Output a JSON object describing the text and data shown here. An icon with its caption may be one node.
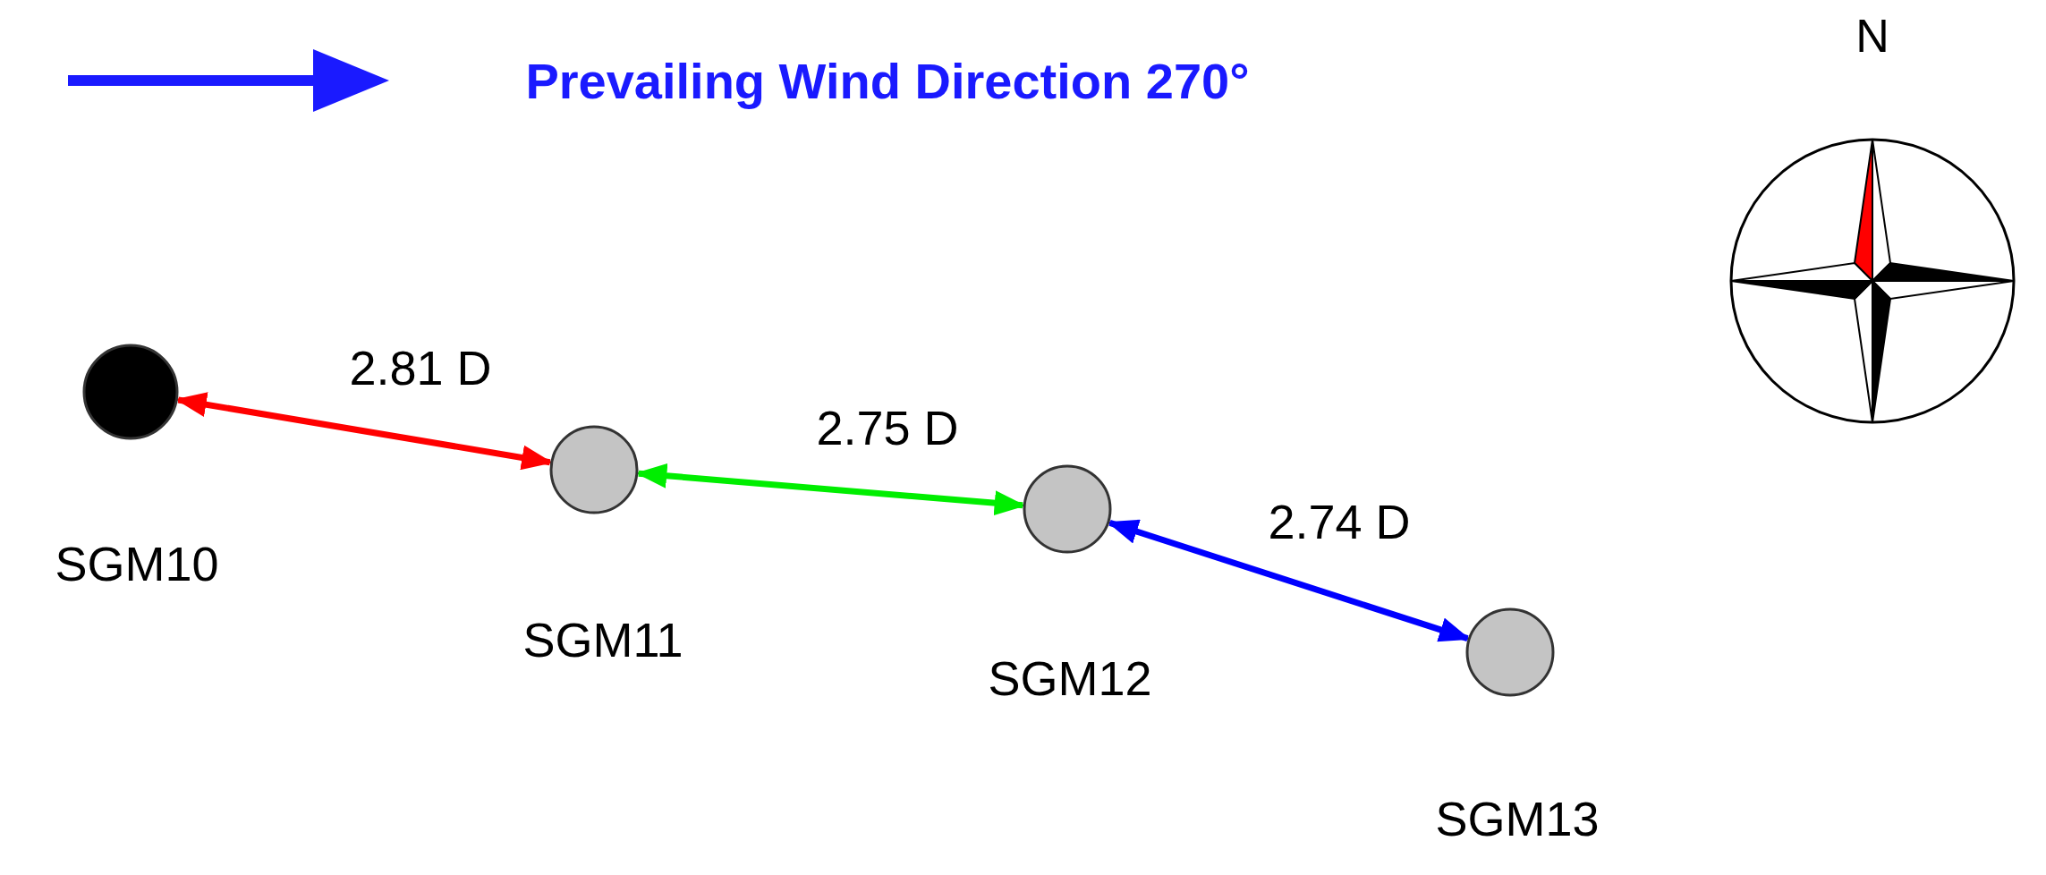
{
  "diagram": {
    "nodes": [
      {
        "text": [],
        "shape": "circle",
        "beside": [
          "SGM10"
        ]
      },
      {
        "text": [],
        "shape": "circle",
        "beside": [
          "SGM11"
        ]
      },
      {
        "text": [],
        "shape": "circle",
        "beside": [
          "SGM12"
        ]
      },
      {
        "text": [],
        "shape": "circle",
        "beside": [
          "SGM13"
        ]
      }
    ],
    "edges": [
      {
        "from": 0,
        "to": 1,
        "arrow": "both",
        "label": "2.81 D",
        "color": "#ff0000"
      },
      {
        "from": 1,
        "to": 2,
        "arrow": "both",
        "label": "2.75 D",
        "color": "#00ee00"
      },
      {
        "from": 2,
        "to": 3,
        "arrow": "both",
        "label": "2.74 D",
        "color": "#0000ff"
      }
    ],
    "labels": [
      "Prevailing Wind Direction 270°",
      "N"
    ]
  }
}
